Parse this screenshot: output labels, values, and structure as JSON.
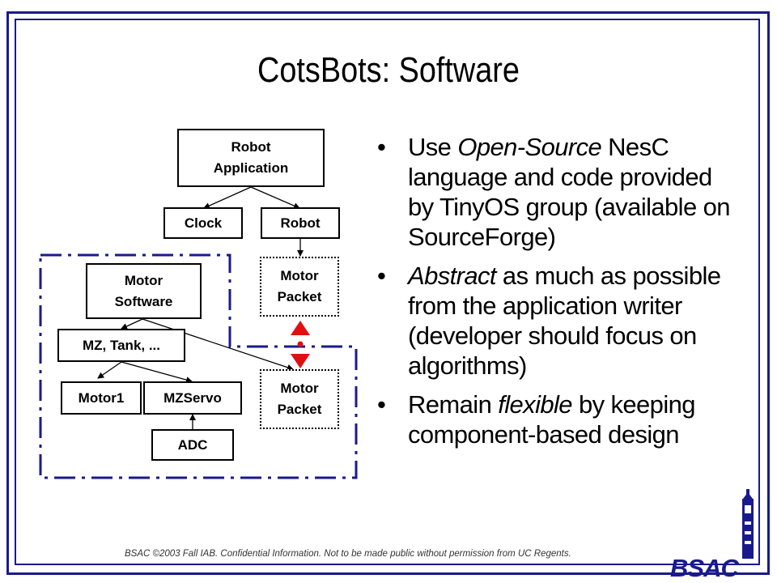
{
  "title": "CotsBots: Software",
  "diagram": {
    "robot_application": "Robot\nApplication",
    "clock": "Clock",
    "robot": "Robot",
    "motor_packet_top": "Motor\nPacket",
    "motor_software": "Motor\nSoftware",
    "mz_tank": "MZ, Tank, ...",
    "motor1": "Motor1",
    "mzservo": "MZServo",
    "adc": "ADC",
    "motor_packet_bottom": "Motor\nPacket"
  },
  "bullets": {
    "b1": {
      "pre": "Use ",
      "em": "Open-Source",
      "post": " NesC language and code provided by TinyOS group (available on SourceForge)"
    },
    "b2": {
      "pre": "",
      "em": "Abstract",
      "post": " as much as possible from the application writer (developer should focus on algorithms)"
    },
    "b3": {
      "pre": "Remain ",
      "em": "flexible",
      "post": " by keeping component-based design"
    }
  },
  "footer": "BSAC ©2003 Fall IAB.  Confidential Information.  Not to be made public without permission from UC Regents.",
  "logo": "BSAC",
  "colors": {
    "frame": "#1a1a8c",
    "arrow_red": "#e01010"
  }
}
